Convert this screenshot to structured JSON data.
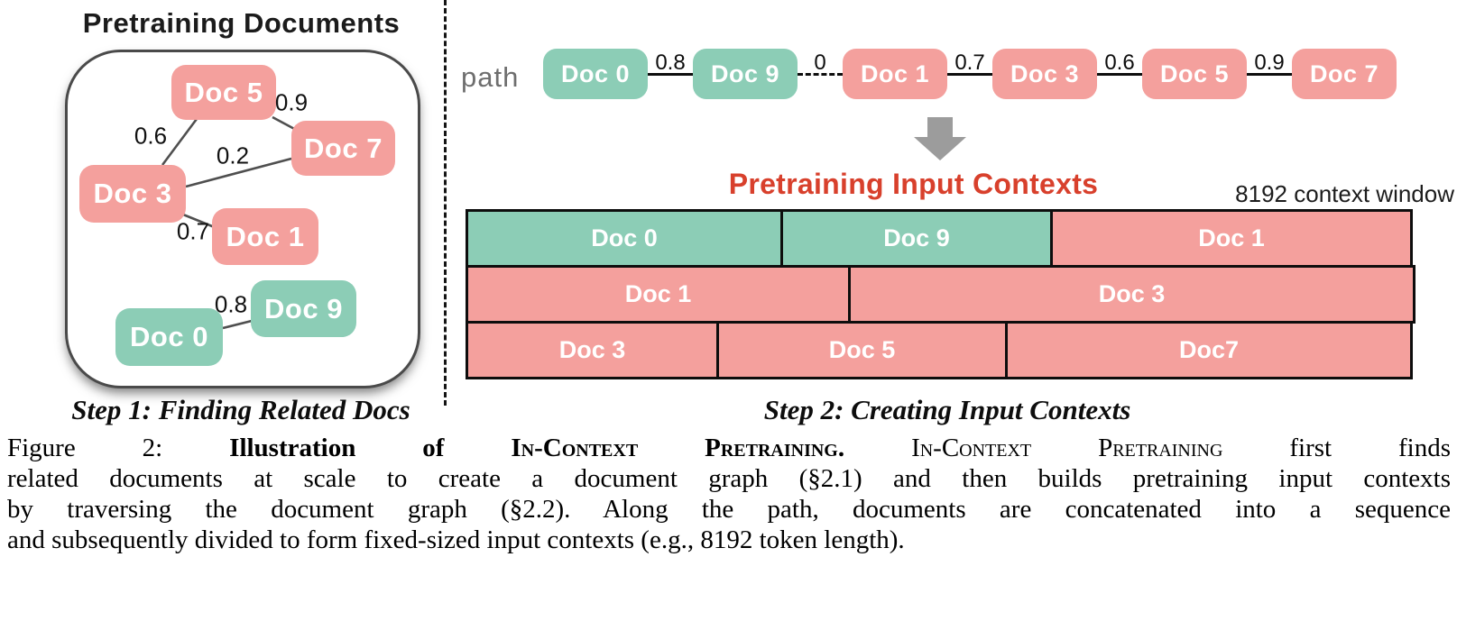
{
  "colors": {
    "pink": "#F4A09D",
    "green": "#8CCDB6",
    "red_title": "#D8402C",
    "arrow_gray": "#9C9C9C",
    "line_dark": "#4F4F4F"
  },
  "step1": {
    "title": "Pretraining Documents",
    "caption": "Step 1: Finding Related Docs",
    "nodes": [
      {
        "label": "Doc 5",
        "color": "pink"
      },
      {
        "label": "Doc 7",
        "color": "pink"
      },
      {
        "label": "Doc 3",
        "color": "pink"
      },
      {
        "label": "Doc 1",
        "color": "pink"
      },
      {
        "label": "Doc 9",
        "color": "green"
      },
      {
        "label": "Doc 0",
        "color": "green"
      }
    ],
    "edges": [
      {
        "from": "Doc 5",
        "to": "Doc 7",
        "weight": "0.9"
      },
      {
        "from": "Doc 5",
        "to": "Doc 3",
        "weight": "0.6"
      },
      {
        "from": "Doc 3",
        "to": "Doc 7",
        "weight": "0.2"
      },
      {
        "from": "Doc 3",
        "to": "Doc 1",
        "weight": "0.7"
      },
      {
        "from": "Doc 0",
        "to": "Doc 9",
        "weight": "0.8"
      }
    ]
  },
  "step2": {
    "path_label": "path",
    "caption": "Step 2: Creating Input Contexts",
    "path": {
      "nodes": [
        {
          "label": "Doc 0",
          "color": "green"
        },
        {
          "label": "Doc 9",
          "color": "green"
        },
        {
          "label": "Doc 1",
          "color": "pink"
        },
        {
          "label": "Doc 3",
          "color": "pink"
        },
        {
          "label": "Doc 5",
          "color": "pink"
        },
        {
          "label": "Doc 7",
          "color": "pink"
        }
      ],
      "links": [
        {
          "weight": "0.8",
          "style": "solid"
        },
        {
          "weight": "0",
          "style": "dashed"
        },
        {
          "weight": "0.7",
          "style": "solid"
        },
        {
          "weight": "0.6",
          "style": "solid"
        },
        {
          "weight": "0.9",
          "style": "solid"
        }
      ]
    },
    "contexts_title": "Pretraining Input Contexts",
    "context_window_label": "8192 context window",
    "context_rows": [
      [
        {
          "label": "Doc 0",
          "color": "green",
          "pct": 33.33
        },
        {
          "label": "Doc 9",
          "color": "green",
          "pct": 28.6
        },
        {
          "label": "Doc 1",
          "color": "pink",
          "pct": 38.07
        }
      ],
      [
        {
          "label": "Doc 1",
          "color": "pink",
          "pct": 40.44
        },
        {
          "label": "Doc 3",
          "color": "pink",
          "pct": 59.56
        }
      ],
      [
        {
          "label": "Doc 3",
          "color": "pink",
          "pct": 26.61
        },
        {
          "label": "Doc 5",
          "color": "pink",
          "pct": 30.59
        },
        {
          "label": "Doc7",
          "color": "pink",
          "pct": 42.8
        }
      ]
    ]
  },
  "caption": {
    "lines": [
      {
        "justify": true,
        "segments": [
          {
            "t": "Figure 2: ",
            "s": "n"
          },
          {
            "t": "Illustration of ",
            "s": "b"
          },
          {
            "t": "In-Context Pretraining",
            "s": "bsc"
          },
          {
            "t": ". ",
            "s": "b"
          },
          {
            "t": "In-Context Pretraining",
            "s": "sc"
          },
          {
            "t": " first finds",
            "s": "n"
          }
        ]
      },
      {
        "justify": true,
        "segments": [
          {
            "t": "related documents at scale to create a document graph (§2.1) and then builds pretraining input contexts",
            "s": "n"
          }
        ]
      },
      {
        "justify": true,
        "segments": [
          {
            "t": "by traversing the document graph (§2.2). Along the path, documents are concatenated into a sequence",
            "s": "n"
          }
        ]
      },
      {
        "justify": false,
        "segments": [
          {
            "t": "and subsequently divided to form fixed-sized input contexts (e.g., 8192 token length).",
            "s": "n"
          }
        ]
      }
    ]
  }
}
